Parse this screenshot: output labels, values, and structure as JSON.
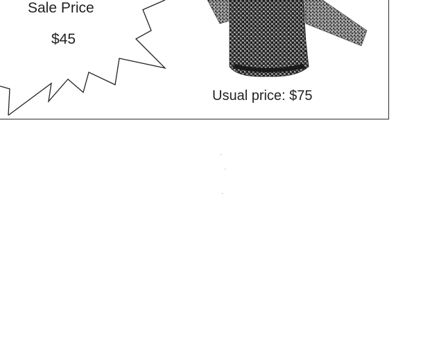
{
  "advert": {
    "sale_label": "Sale Price",
    "sale_price": "$45",
    "usual_price": "Usual price: $75"
  },
  "icons": {
    "burst": "starburst-icon",
    "product": "sweater-icon"
  },
  "colors": {
    "ink": "#222222",
    "paper": "#ffffff"
  }
}
